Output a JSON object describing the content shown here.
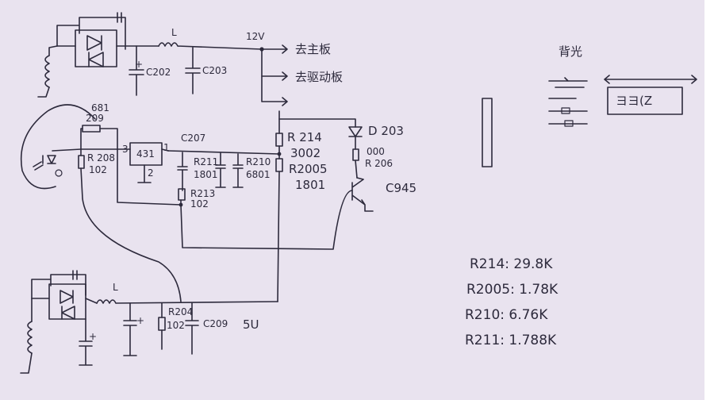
{
  "colors": {
    "paper": "#e9e3ef",
    "ink": "#2d2a3c",
    "edge": "#ffffff"
  },
  "labels": {
    "v12": "12V",
    "to_main": "去主板",
    "to_driver": "去驱动板",
    "c202": "C202",
    "c203": "C203",
    "r681": "681",
    "r209": "209",
    "r208": "R 208",
    "r208_val": "102",
    "u431_pin3": "3",
    "u431_name": "431",
    "u431_pin1": "1",
    "u431_pin2": "2",
    "c207": "C207",
    "r211": "R211",
    "r211_val": "1801",
    "r210": "R210",
    "r210_val": "6801",
    "r213": "R213",
    "r213_val": "102",
    "r214": "R 214",
    "r214_val": "3002",
    "r2005": "R2005",
    "r2005_val": "1801",
    "d203": "D 203",
    "r206_val": "000",
    "r206": "R 206",
    "q945": "C945",
    "r204": "R204",
    "r204_val": "102",
    "c209": "C209",
    "v5": "5U",
    "legend_title": "背光",
    "legend_box": "ヨヨ(Z"
  },
  "notes": [
    "R214: 29.8K",
    "R2005: 1.78K",
    "R210: 6.76K",
    "R211: 1.788K"
  ]
}
